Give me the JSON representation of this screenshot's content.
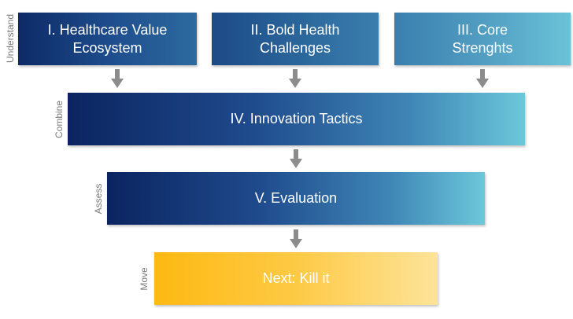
{
  "boxes": {
    "ecosystem": [
      "I. Healthcare Value",
      "Ecosystem"
    ],
    "challenges": [
      "II. Bold Health",
      "Challenges"
    ],
    "strengths": [
      "III. Core",
      "Strenghts"
    ],
    "tactics": "IV. Innovation Tactics",
    "evaluation": "V. Evaluation",
    "next": "Next: Kill it"
  },
  "stages": {
    "understand": "Understand",
    "combine": "Combine",
    "assess": "Assess",
    "move": "Move"
  },
  "colors": {
    "dark_navy": "#0b2460",
    "light_teal": "#6cc8da",
    "gold": "#fdb913",
    "arrow": "#8c8c8c",
    "label": "#7a7a7a"
  }
}
